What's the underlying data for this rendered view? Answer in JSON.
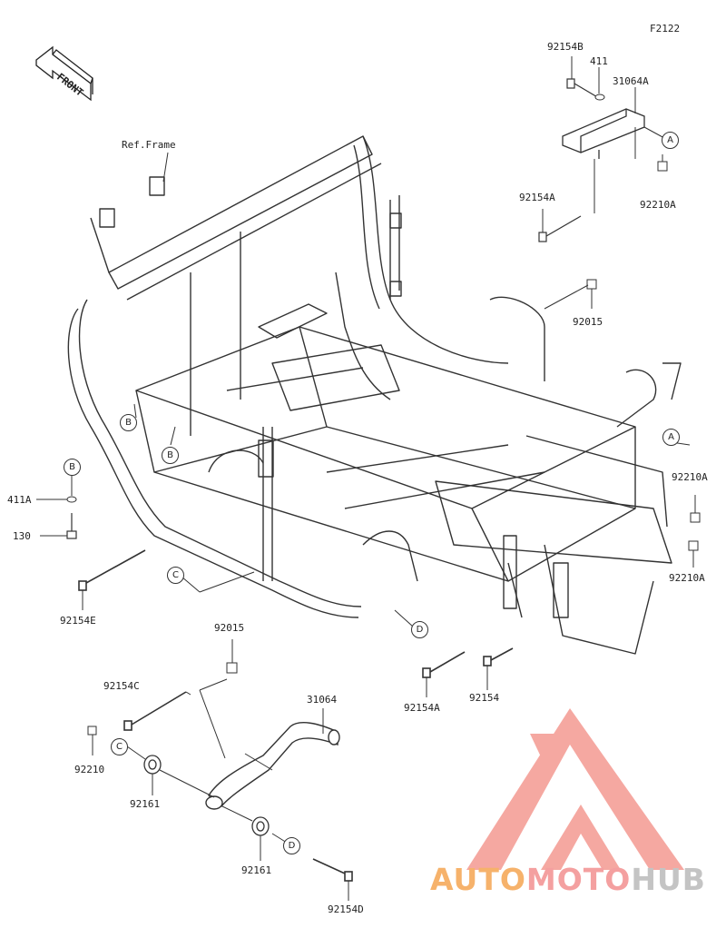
{
  "figure_code": "F2122",
  "front_arrow": {
    "text": "FRONT"
  },
  "ref_frame": "Ref.Frame",
  "callouts": {
    "A_top": "A",
    "A_right": "A",
    "B_left": "B",
    "B_mid": "B",
    "B_legend": "B",
    "C_frame": "C",
    "C_lower": "C",
    "D_frame": "D",
    "D_lower": "D"
  },
  "parts": {
    "p92154B": "92154B",
    "p411": "411",
    "p31064A": "31064A",
    "p92154A_top": "92154A",
    "p92210A_top": "92210A",
    "p92015_top": "92015",
    "p92210A_r1": "92210A",
    "p92210A_r2": "92210A",
    "p411A": "411A",
    "p130": "130",
    "p92154E": "92154E",
    "p92154A_bot": "92154A",
    "p92154": "92154",
    "p92015_bot": "92015",
    "p92154C": "92154C",
    "p31064": "31064",
    "p92210": "92210",
    "p92161_a": "92161",
    "p92161_b": "92161",
    "p92154D": "92154D"
  },
  "watermark": {
    "part1": "AUTO",
    "part2": "MOTO",
    "part3": "HUB",
    "colors": {
      "logo": "#f28b82",
      "auto": "#f6b26b",
      "moto": "#f4a0a0",
      "hub": "#c4c4c4"
    }
  }
}
